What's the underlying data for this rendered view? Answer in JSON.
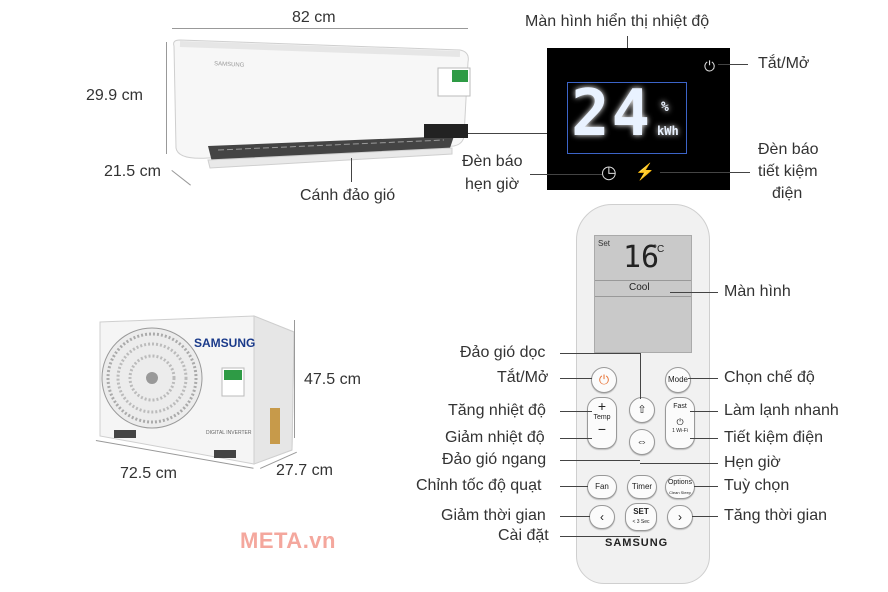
{
  "indoor": {
    "width": "82 cm",
    "height": "29.9 cm",
    "depth": "21.5 cm",
    "louver_label": "Cánh đảo gió",
    "brand": "SAMSUNG"
  },
  "display": {
    "title": "Màn hình hiển thị nhiệt độ",
    "temperature": "24",
    "percent": "%",
    "kwh": "kWh",
    "power_label": "Tắt/Mở",
    "timer_label_1": "Đèn báo",
    "timer_label_2": "hẹn giờ",
    "eco_label_1": "Đèn báo",
    "eco_label_2": "tiết kiệm",
    "eco_label_3": "điện"
  },
  "outdoor": {
    "height": "47.5 cm",
    "width": "72.5 cm",
    "depth": "27.7 cm",
    "brand": "SAMSUNG",
    "tag": "DIGITAL INVERTER"
  },
  "remote": {
    "screen_set": "Set",
    "screen_temp": "16",
    "screen_unit": "°C",
    "screen_mode": "Cool",
    "brand": "SAMSUNG",
    "btn_mode": "Mode",
    "btn_fast": "Fast",
    "btn_temp": "Temp",
    "btn_fan": "Fan",
    "btn_timer": "Timer",
    "btn_options": "Options",
    "btn_options_sub": "Clean Sleep",
    "btn_set": "SET",
    "btn_set_sub": "< 3 Sec",
    "btn_eco": "1 Wi-Fi"
  },
  "labels": {
    "screen": "Màn hình",
    "vertical_swing": "Đảo gió dọc",
    "power": "Tắt/Mở",
    "mode": "Chọn chế độ",
    "temp_up": "Tăng nhiệt độ",
    "fast_cool": "Làm lạnh nhanh",
    "temp_down": "Giảm nhiệt độ",
    "eco": "Tiết kiệm điện",
    "horizontal_swing": "Đảo gió ngang",
    "timer": "Hẹn giờ",
    "fan_speed": "Chỉnh tốc độ quạt",
    "options": "Tuỳ chọn",
    "time_down": "Giảm thời gian",
    "time_up": "Tăng thời gian",
    "set": "Cài đặt"
  },
  "watermark": "META.vn",
  "colors": {
    "watermark": "#f4a79d",
    "remote_power": "#e8763a",
    "display_bg": "#000000"
  }
}
